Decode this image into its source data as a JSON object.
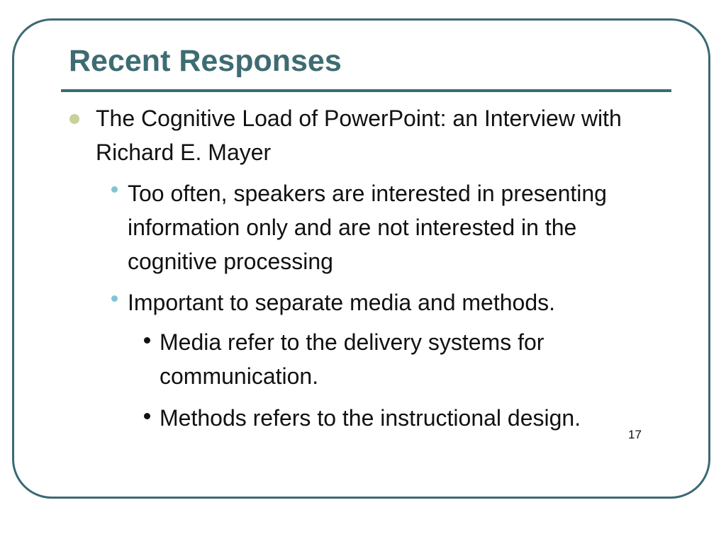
{
  "slide": {
    "title": "Recent Responses",
    "page_number": "17",
    "colors": {
      "accent": "#3b6a73",
      "title": "#3d6c72",
      "bullet_level1": "#c9d19a",
      "bullet_level2": "#7fc6d1",
      "text": "#111111"
    },
    "bullets": [
      {
        "level": 1,
        "text": "The Cognitive Load of PowerPoint: an Interview with Richard E. Mayer"
      },
      {
        "level": 2,
        "text": "Too often, speakers are interested in presenting information only and are not interested in the cognitive processing"
      },
      {
        "level": 2,
        "text": "Important to separate media and methods."
      },
      {
        "level": 3,
        "text": "Media refer to the delivery systems for communication."
      },
      {
        "level": 3,
        "text": "Methods refers to the instructional design."
      }
    ]
  }
}
